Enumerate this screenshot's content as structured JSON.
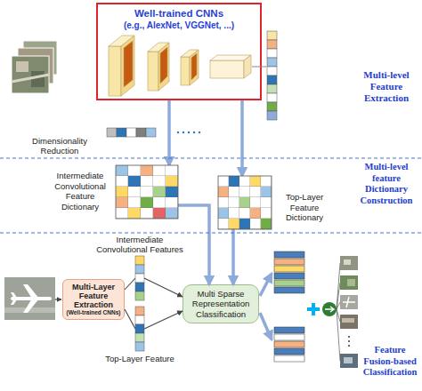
{
  "diagram": {
    "nodes": [
      {
        "text": [
          "Well-trained CNNs",
          "(e.g., AlexNet, VGGNet, ...)"
        ]
      },
      {
        "text": [
          "Intermediate Convolutional Feature Dictionary"
        ]
      },
      {
        "text": [
          "Top-Layer Feature Dictionary"
        ]
      },
      {
        "text": [
          "Multi-Layer Feature Extraction",
          "(Well-trained CNNs)"
        ]
      },
      {
        "text": [
          "Intermediate Convolutional Features"
        ]
      },
      {
        "text": [
          "Top-Layer Feature"
        ]
      },
      {
        "text": [
          "Multi Sparse Representation Classification"
        ]
      }
    ],
    "edges": [
      {
        "from": 0,
        "to": 1,
        "arrow": "to"
      },
      {
        "from": 0,
        "to": 2,
        "arrow": "to"
      },
      {
        "from": 3,
        "to": 4,
        "arrow": "none"
      },
      {
        "from": 3,
        "to": 5,
        "arrow": "none"
      },
      {
        "from": 4,
        "to": 6,
        "arrow": "to"
      },
      {
        "from": 5,
        "to": 6,
        "arrow": "to"
      },
      {
        "from": 1,
        "to": 6,
        "arrow": "to"
      },
      {
        "from": 2,
        "to": 6,
        "arrow": "to"
      }
    ],
    "labels": [
      "Dimensionality Reduction",
      "Multi-level Feature Extraction",
      "Multi-level feature Dictionary Construction",
      "Feature Fusion-based Classification"
    ]
  }
}
